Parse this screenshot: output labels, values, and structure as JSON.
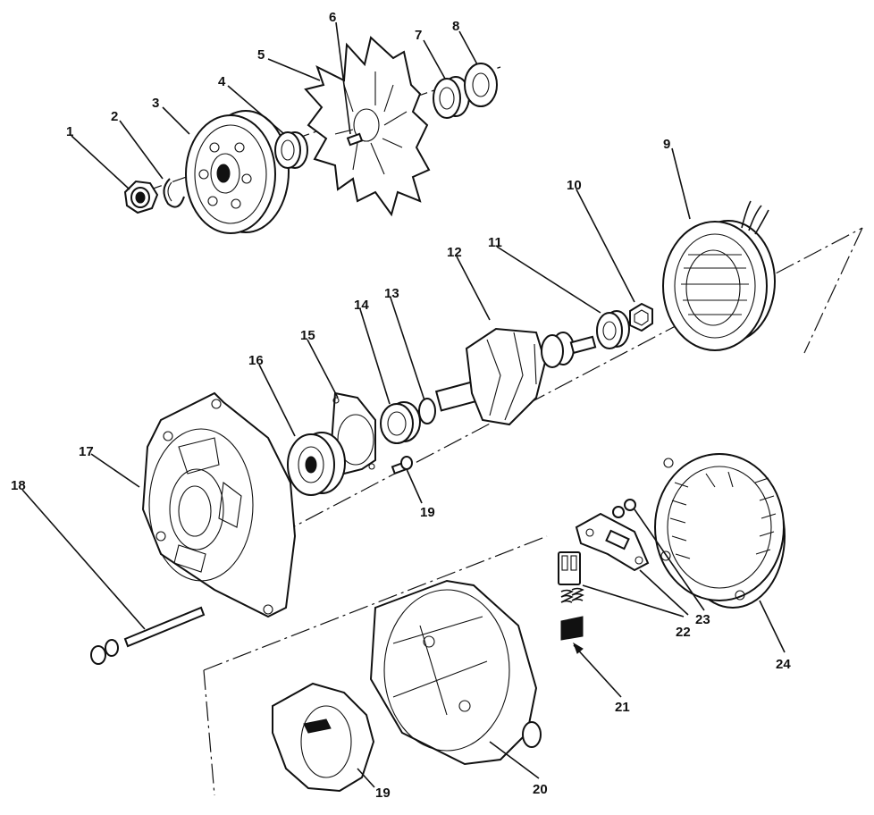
{
  "diagram": {
    "labels": [
      {
        "id": "1",
        "text": "1"
      },
      {
        "id": "2",
        "text": "2"
      },
      {
        "id": "3",
        "text": "3"
      },
      {
        "id": "4",
        "text": "4"
      },
      {
        "id": "5",
        "text": "5"
      },
      {
        "id": "6",
        "text": "6"
      },
      {
        "id": "7",
        "text": "7"
      },
      {
        "id": "8",
        "text": "8"
      },
      {
        "id": "9",
        "text": "9"
      },
      {
        "id": "10",
        "text": "10"
      },
      {
        "id": "11",
        "text": "11"
      },
      {
        "id": "12",
        "text": "12"
      },
      {
        "id": "13",
        "text": "13"
      },
      {
        "id": "14",
        "text": "14"
      },
      {
        "id": "15",
        "text": "15"
      },
      {
        "id": "16",
        "text": "16"
      },
      {
        "id": "17",
        "text": "17"
      },
      {
        "id": "18",
        "text": "18"
      },
      {
        "id": "19a",
        "text": "19"
      },
      {
        "id": "19b",
        "text": "19"
      },
      {
        "id": "20",
        "text": "20"
      },
      {
        "id": "21",
        "text": "21"
      },
      {
        "id": "22",
        "text": "22"
      },
      {
        "id": "23",
        "text": "23"
      },
      {
        "id": "24",
        "text": "24"
      }
    ]
  }
}
